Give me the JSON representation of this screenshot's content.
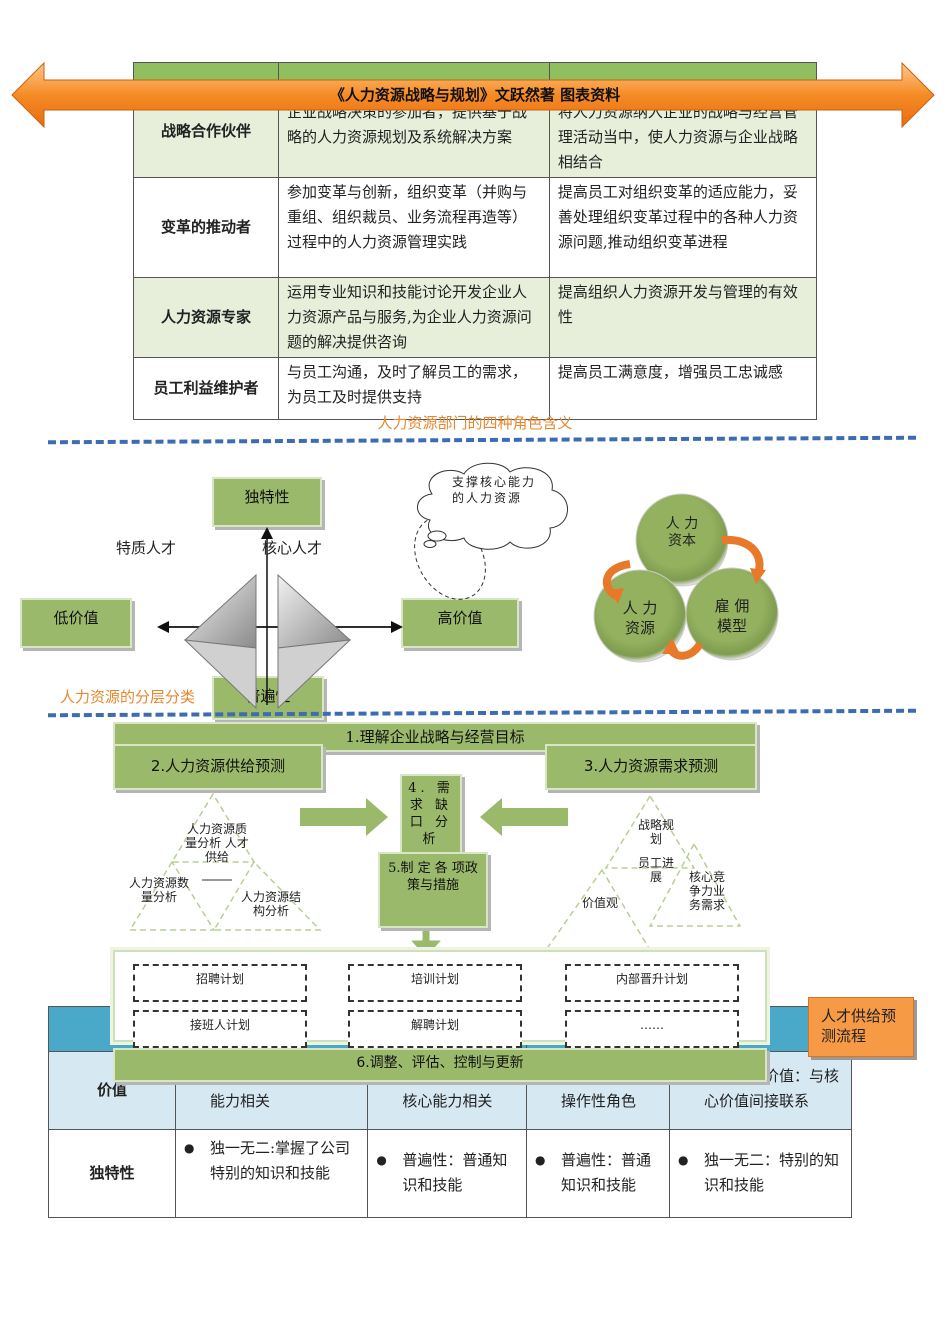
{
  "banner": {
    "title": "《人力资源战略与规划》文跃然著  图表资料"
  },
  "roles_table": {
    "caption": "人力资源部门的四种角色含义",
    "rows": [
      {
        "name": "战略合作伙伴",
        "desc": "企业战略决策的参加者，提供基于战略的人力资源规划及系统解决方案",
        "goal": "将人力资源纳入企业的战略与经营管理活动当中，使人力资源与企业战略相结合"
      },
      {
        "name": "变革的推动者",
        "desc": "参加变革与创新，组织变革（并购与重组、组织裁员、业务流程再造等）过程中的人力资源管理实践",
        "goal": "提高员工对组织变革的适应能力，妥善处理组织变革过程中的各种人力资源问题,推动组织变革进程"
      },
      {
        "name": "人力资源专家",
        "desc": "运用专业知识和技能讨论开发企业人力资源产品与服务,为企业人力资源问题的解决提供咨询",
        "goal": "提高组织人力资源开发与管理的有效性"
      },
      {
        "name": "员工利益维护者",
        "desc": "与员工沟通，及时了解员工的需求，为员工及时提供支持",
        "goal": "提高员工满意度，增强员工忠诚感"
      }
    ]
  },
  "layers": {
    "caption": "人力资源的分层分类",
    "unique": "独特性",
    "common": "普遍性",
    "low_value": "低价值",
    "high_value": "高价值",
    "special_talent": "特质人才",
    "core_talent": "核心人才",
    "cloud_text": "支撑核心能力的人力资源",
    "circles": {
      "capital": "人 力\n资本",
      "resource": "人 力\n资源",
      "employment": "雇 佣\n模型"
    }
  },
  "flow": {
    "step1": "1.理解企业战略与经营目标",
    "step2": "2.人力资源供给预测",
    "step3": "3.人力资源需求预测",
    "step4": "4. 需求 缺口 分析",
    "step5": "5.制 定 各 项政策与措施",
    "step6": "6.调整、评估、控制与更新",
    "left_tri": {
      "top": "人力资源质量分析 人才供给",
      "left": "人力资源数量分析",
      "right": "人力资源结构分析"
    },
    "right_tri": {
      "top": "战略规划",
      "mid": "员工进展",
      "left": "价值观",
      "right": "核心竞争力业务需求"
    },
    "plans": [
      "招聘计划",
      "培训计划",
      "内部晋升计划",
      "接班人计划",
      "解聘计划",
      "……"
    ],
    "orange_label": "人才供给预测流程"
  },
  "class_table": {
    "rows": [
      {
        "label": "价值",
        "cells": [
          "高价值：直接与核心能力相关",
          "高价值：直接与核心能力相关",
          "低战略价值：操作性角色",
          "有限战略价值：与核心价值间接联系"
        ]
      },
      {
        "label": "独特性",
        "cells": [
          "独一无二:掌握了公司特别的知识和技能",
          "普遍性：普通知识和技能",
          "普遍性：普通知识和技能",
          "独一无二：特别的知识和技能"
        ]
      }
    ]
  }
}
